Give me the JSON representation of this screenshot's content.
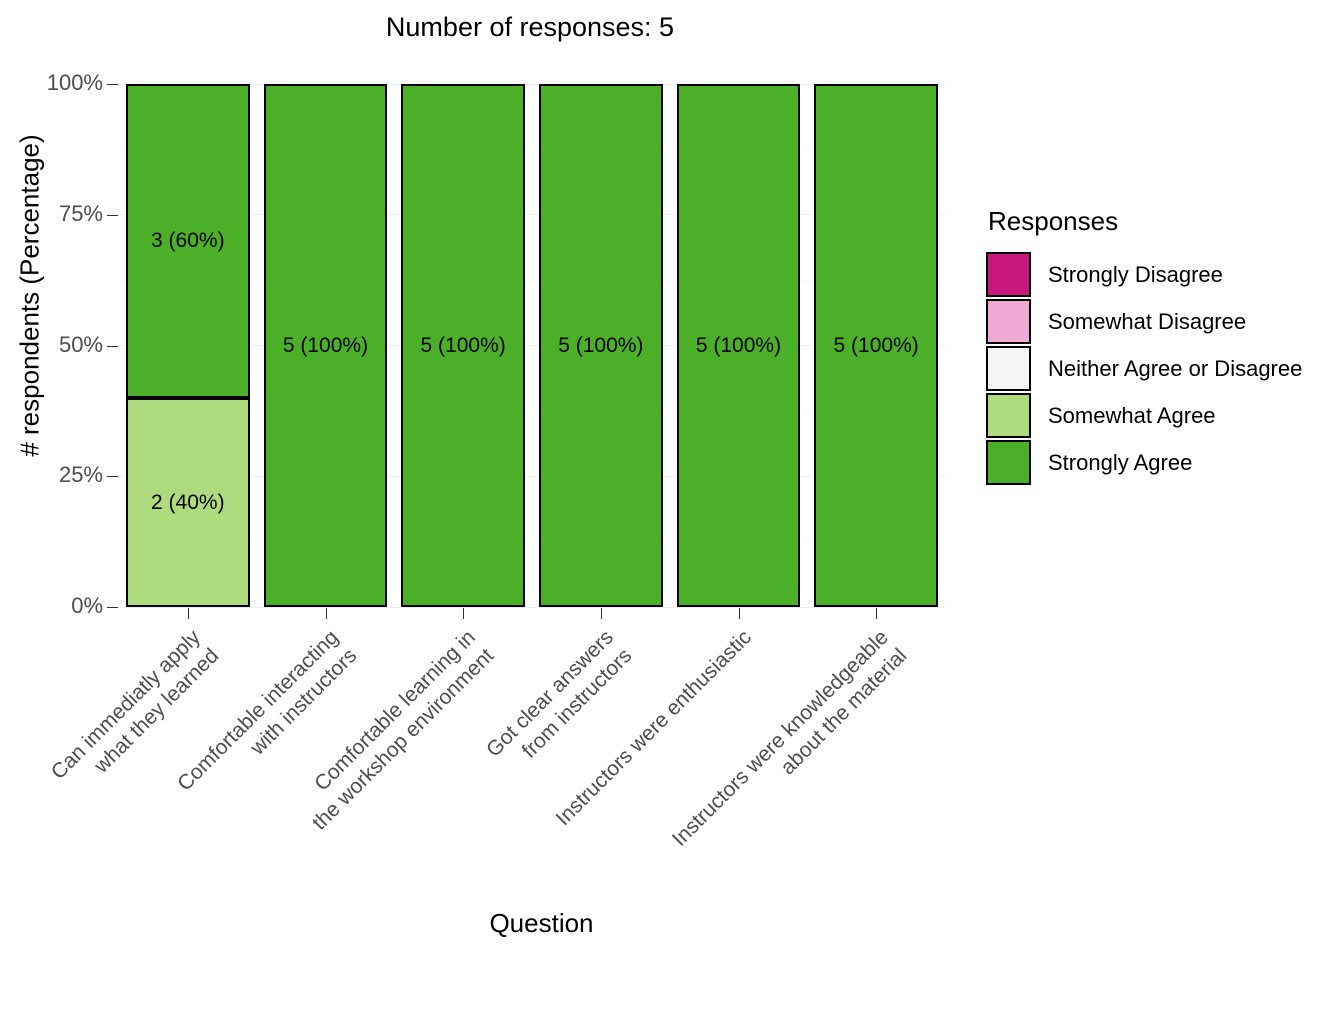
{
  "chart_data": {
    "type": "bar",
    "subtype": "stacked-percent",
    "title": "Number of responses: 5",
    "xlabel": "Question",
    "ylabel": "# respondents (Percentage)",
    "ylim": [
      0,
      100
    ],
    "ytick_labels": [
      "0%",
      "25%",
      "50%",
      "75%",
      "100%"
    ],
    "ytick_values": [
      0,
      25,
      50,
      75,
      100
    ],
    "minor_gridlines": [
      12.5,
      37.5,
      62.5,
      87.5
    ],
    "grid": true,
    "legend_title": "Responses",
    "legend_position": "right",
    "categories": [
      "Can immediatly apply\nwhat they learned",
      "Comfortable interacting\nwith instructors",
      "Comfortable learning in\nthe workshop environment",
      "Got clear answers\nfrom instructors",
      "Instructors were enthusiastic",
      "Instructors were knowledgeable\nabout the material"
    ],
    "series": [
      {
        "name": "Strongly Disagree",
        "color": "#C9187E",
        "values": [
          0,
          0,
          0,
          0,
          0,
          0
        ],
        "counts": [
          0,
          0,
          0,
          0,
          0,
          0
        ]
      },
      {
        "name": "Somewhat Disagree",
        "color": "#EFAAD5",
        "values": [
          0,
          0,
          0,
          0,
          0,
          0
        ],
        "counts": [
          0,
          0,
          0,
          0,
          0,
          0
        ]
      },
      {
        "name": "Neither Agree or Disagree",
        "color": "#F5F5F5",
        "values": [
          0,
          0,
          0,
          0,
          0,
          0
        ],
        "counts": [
          0,
          0,
          0,
          0,
          0,
          0
        ]
      },
      {
        "name": "Somewhat Agree",
        "color": "#ADDB7D",
        "values": [
          40,
          0,
          0,
          0,
          0,
          0
        ],
        "counts": [
          2,
          0,
          0,
          0,
          0,
          0
        ]
      },
      {
        "name": "Strongly Agree",
        "color": "#4CAF28",
        "values": [
          60,
          100,
          100,
          100,
          100,
          100
        ],
        "counts": [
          3,
          5,
          5,
          5,
          5,
          5
        ]
      }
    ],
    "bar_labels": [
      [
        {
          "text": "2 (40%)",
          "series": "Somewhat Agree",
          "from": 60,
          "to": 100
        },
        {
          "text": "3 (60%)",
          "series": "Strongly Agree",
          "from": 0,
          "to": 60
        }
      ],
      [
        {
          "text": "5 (100%)",
          "series": "Strongly Agree",
          "from": 0,
          "to": 100
        }
      ],
      [
        {
          "text": "5 (100%)",
          "series": "Strongly Agree",
          "from": 0,
          "to": 100
        }
      ],
      [
        {
          "text": "5 (100%)",
          "series": "Strongly Agree",
          "from": 0,
          "to": 100
        }
      ],
      [
        {
          "text": "5 (100%)",
          "series": "Strongly Agree",
          "from": 0,
          "to": 100
        }
      ],
      [
        {
          "text": "5 (100%)",
          "series": "Strongly Agree",
          "from": 0,
          "to": 100
        }
      ]
    ]
  },
  "axis": {
    "y_ticks": [
      {
        "label": "100%",
        "value": 100
      },
      {
        "label": "75%",
        "value": 75
      },
      {
        "label": "50%",
        "value": 50
      },
      {
        "label": "25%",
        "value": 25
      },
      {
        "label": "0%",
        "value": 0
      }
    ]
  },
  "legend": {
    "title": "Responses",
    "items": [
      {
        "label": "Strongly Disagree",
        "color": "#C9187E"
      },
      {
        "label": "Somewhat Disagree",
        "color": "#EFAAD5"
      },
      {
        "label": "Neither Agree or Disagree",
        "color": "#F5F5F5"
      },
      {
        "label": "Somewhat Agree",
        "color": "#ADDB7D"
      },
      {
        "label": "Strongly Agree",
        "color": "#4CAF28"
      }
    ]
  },
  "x_labels": [
    {
      "lines": [
        "Can immediatly apply",
        "what they learned"
      ]
    },
    {
      "lines": [
        "Comfortable interacting",
        "with instructors"
      ]
    },
    {
      "lines": [
        "Comfortable learning in",
        "the workshop environment"
      ]
    },
    {
      "lines": [
        "Got clear answers",
        "from instructors"
      ]
    },
    {
      "lines": [
        "Instructors were enthusiastic"
      ]
    },
    {
      "lines": [
        "Instructors were knowledgeable",
        "about the material"
      ]
    }
  ]
}
